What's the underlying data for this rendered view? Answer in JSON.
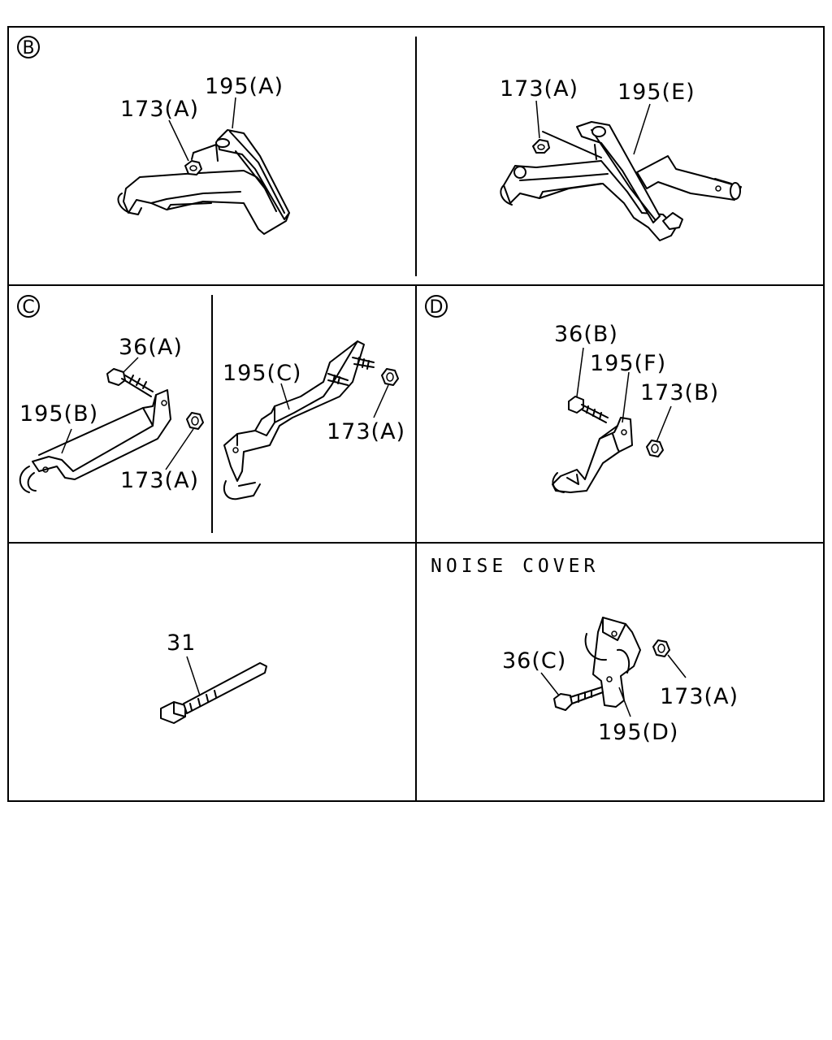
{
  "sections": {
    "b": {
      "marker": "B",
      "left": {
        "labels": [
          "195(A)",
          "173(A)"
        ]
      },
      "right": {
        "labels": [
          "173(A)",
          "195(E)"
        ]
      }
    },
    "c": {
      "marker": "C",
      "left": {
        "labels": [
          "36(A)",
          "195(B)",
          "173(A)"
        ]
      },
      "right": {
        "labels": [
          "195(C)",
          "173(A)"
        ]
      }
    },
    "d": {
      "marker": "D",
      "labels": [
        "36(B)",
        "195(F)",
        "173(B)"
      ]
    },
    "tie": {
      "labels": [
        "31"
      ]
    },
    "noise": {
      "caption": "NOISE COVER",
      "labels": [
        "36(C)",
        "173(A)",
        "195(D)"
      ]
    }
  }
}
